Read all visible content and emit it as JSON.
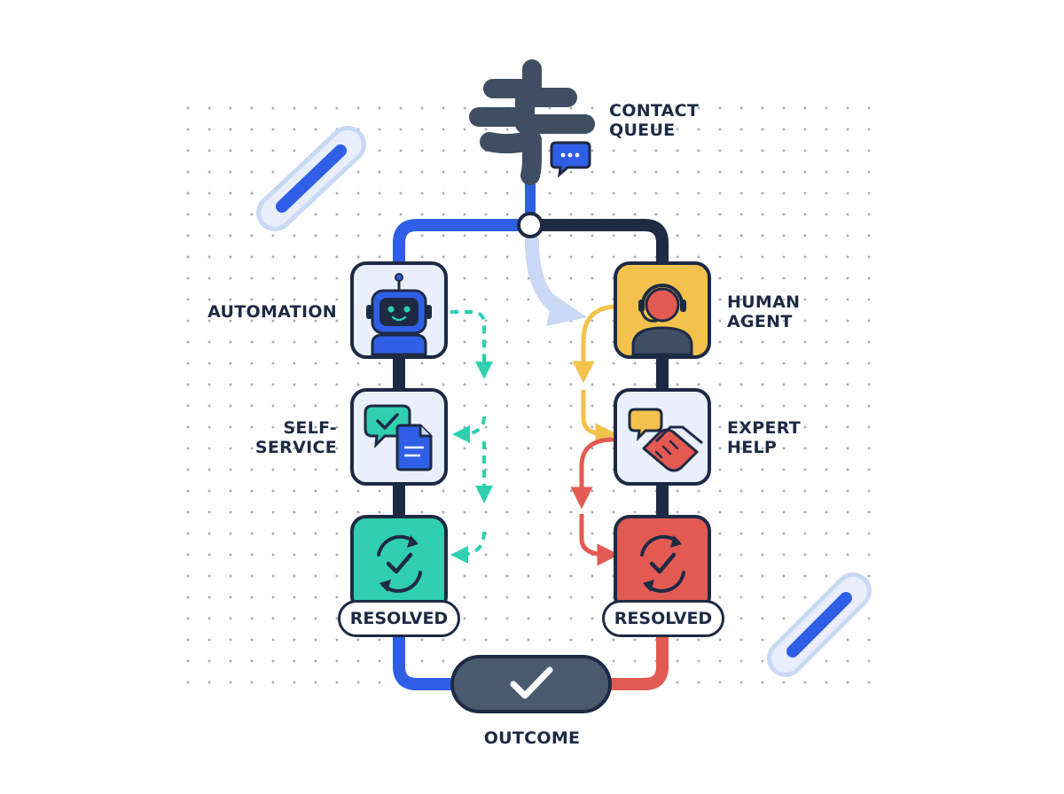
{
  "labels": {
    "contact_queue": [
      "CONTACT",
      "QUEUE"
    ],
    "automation": [
      "AUTOMATION"
    ],
    "self_service": [
      "SELF-",
      "SERVICE"
    ],
    "human_agent": [
      "HUMAN",
      "AGENT"
    ],
    "expert_help": [
      "EXPERT",
      "HELP"
    ],
    "resolved_left": "RESOLVED",
    "resolved_right": "RESOLVED",
    "outcome": "OUTCOME"
  },
  "colors": {
    "navy": "#1e2a44",
    "blue": "#2f5fe6",
    "teal": "#2fcfb0",
    "yellow": "#f3c24c",
    "red": "#e35a52",
    "light_blue": "#c9d8f4",
    "tile_bg": "#eaf0fb",
    "outcome_bg": "#4a5a6e"
  },
  "icons": [
    "cloud-icon",
    "chat-bubble-icon",
    "robot-icon",
    "chat-document-icon",
    "sync-check-icon",
    "headset-agent-icon",
    "handshake-icon",
    "checkmark-icon"
  ]
}
